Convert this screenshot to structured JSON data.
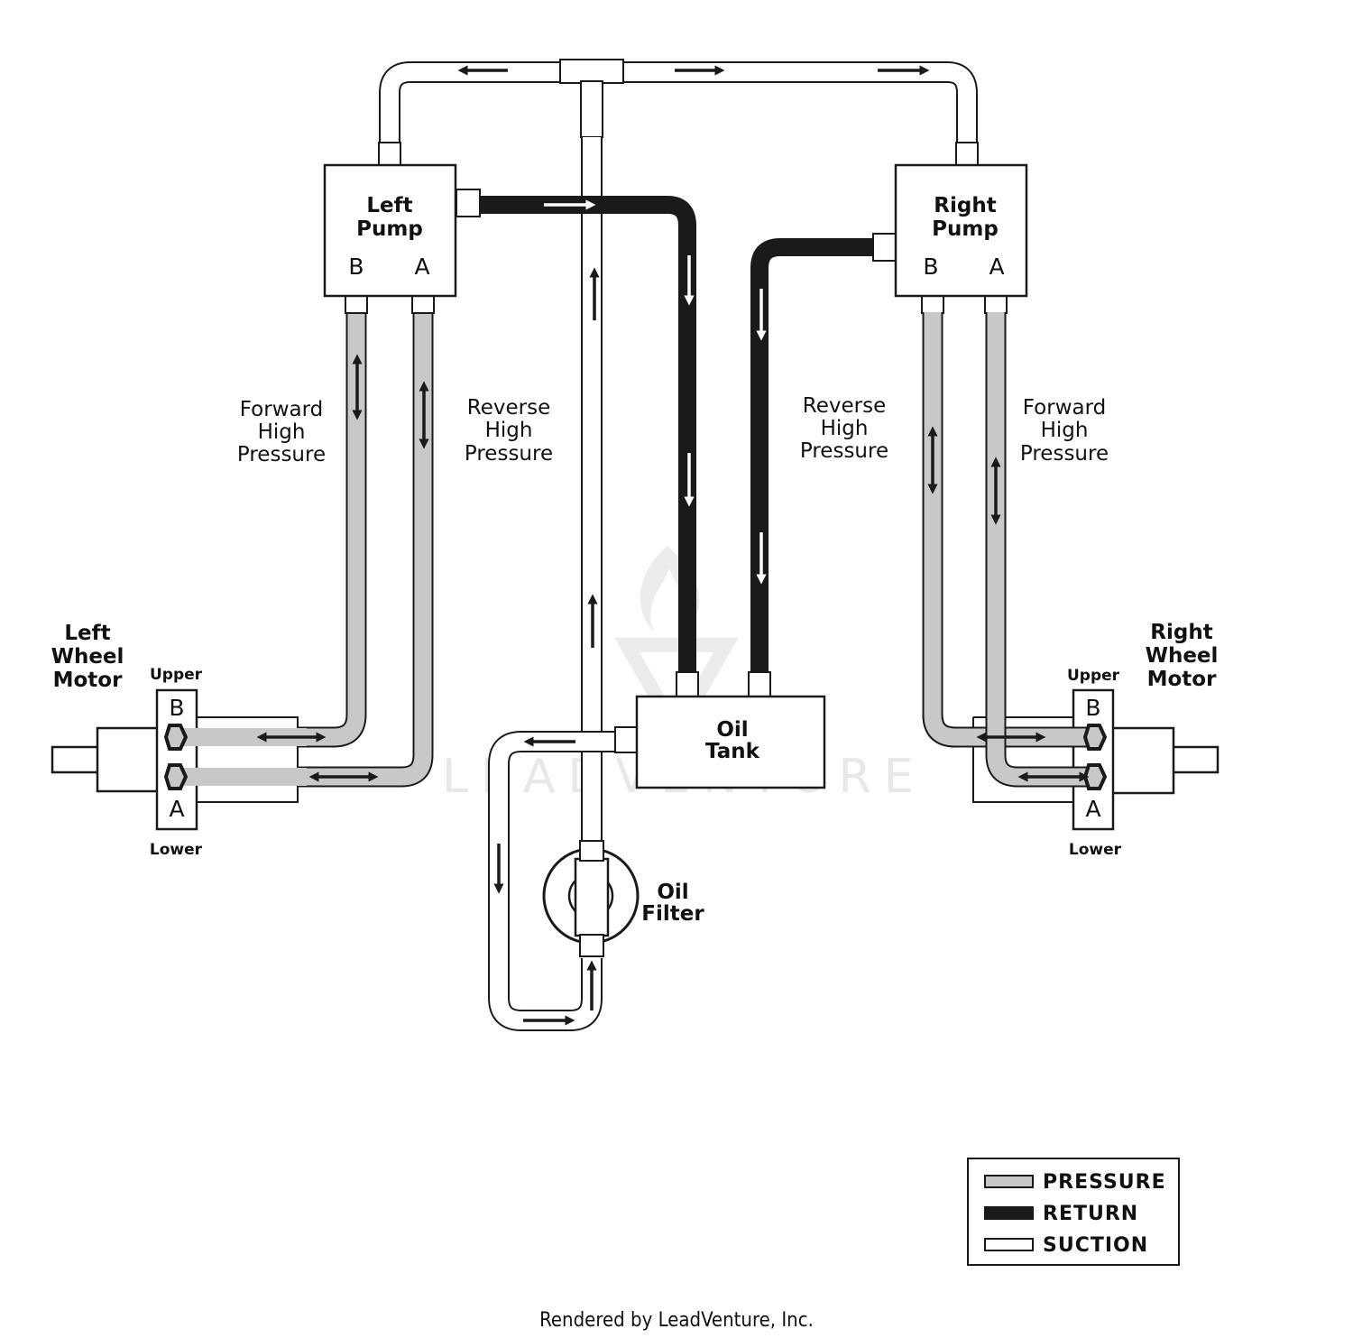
{
  "labels": {
    "left_pump": [
      "Left",
      "Pump"
    ],
    "right_pump": [
      "Right",
      "Pump"
    ],
    "port_b": "B",
    "port_a": "A",
    "left_forward": [
      "Forward",
      "High",
      "Pressure"
    ],
    "left_reverse": [
      "Reverse",
      "High",
      "Pressure"
    ],
    "right_reverse": [
      "Reverse",
      "High",
      "Pressure"
    ],
    "right_forward": [
      "Forward",
      "High",
      "Pressure"
    ],
    "left_wheel_motor": [
      "Left",
      "Wheel",
      "Motor"
    ],
    "right_wheel_motor": [
      "Right",
      "Wheel",
      "Motor"
    ],
    "upper": "Upper",
    "lower": "Lower",
    "oil_tank": [
      "Oil",
      "Tank"
    ],
    "oil_filter": [
      "Oil",
      "Filter"
    ]
  },
  "legend": [
    {
      "label": "PRESSURE",
      "color": "#c8c8c8"
    },
    {
      "label": "RETURN",
      "color": "#1a1a1a"
    },
    {
      "label": "SUCTION",
      "color": "#ffffff"
    }
  ],
  "watermark": "LEADVENTURE",
  "footer": "Rendered by LeadVenture, Inc."
}
